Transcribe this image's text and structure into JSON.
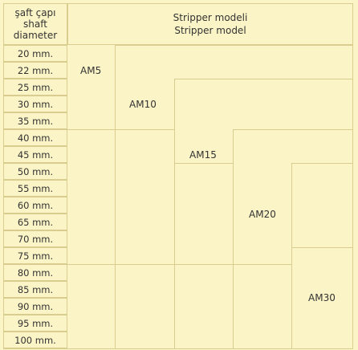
{
  "header": {
    "left_line1": "şaft çapı",
    "left_line2": "shaft",
    "left_line3": "diameter",
    "right_line1": "Stripper modeli",
    "right_line2": "Stripper model"
  },
  "sizes": [
    "20 mm.",
    "22 mm.",
    "25 mm.",
    "30 mm.",
    "35 mm.",
    "40 mm.",
    "45 mm.",
    "50 mm.",
    "55 mm.",
    "60 mm.",
    "65 mm.",
    "70 mm.",
    "75 mm.",
    "80 mm.",
    "85 mm.",
    "90 mm.",
    "95 mm.",
    "100 mm."
  ],
  "models": {
    "am5": "AM5",
    "am10": "AM10",
    "am15": "AM15",
    "am20": "AM20",
    "am30": "AM30"
  },
  "colors": {
    "background": "#fbf4c6",
    "border": "#d8cc8e",
    "text": "#333333"
  }
}
